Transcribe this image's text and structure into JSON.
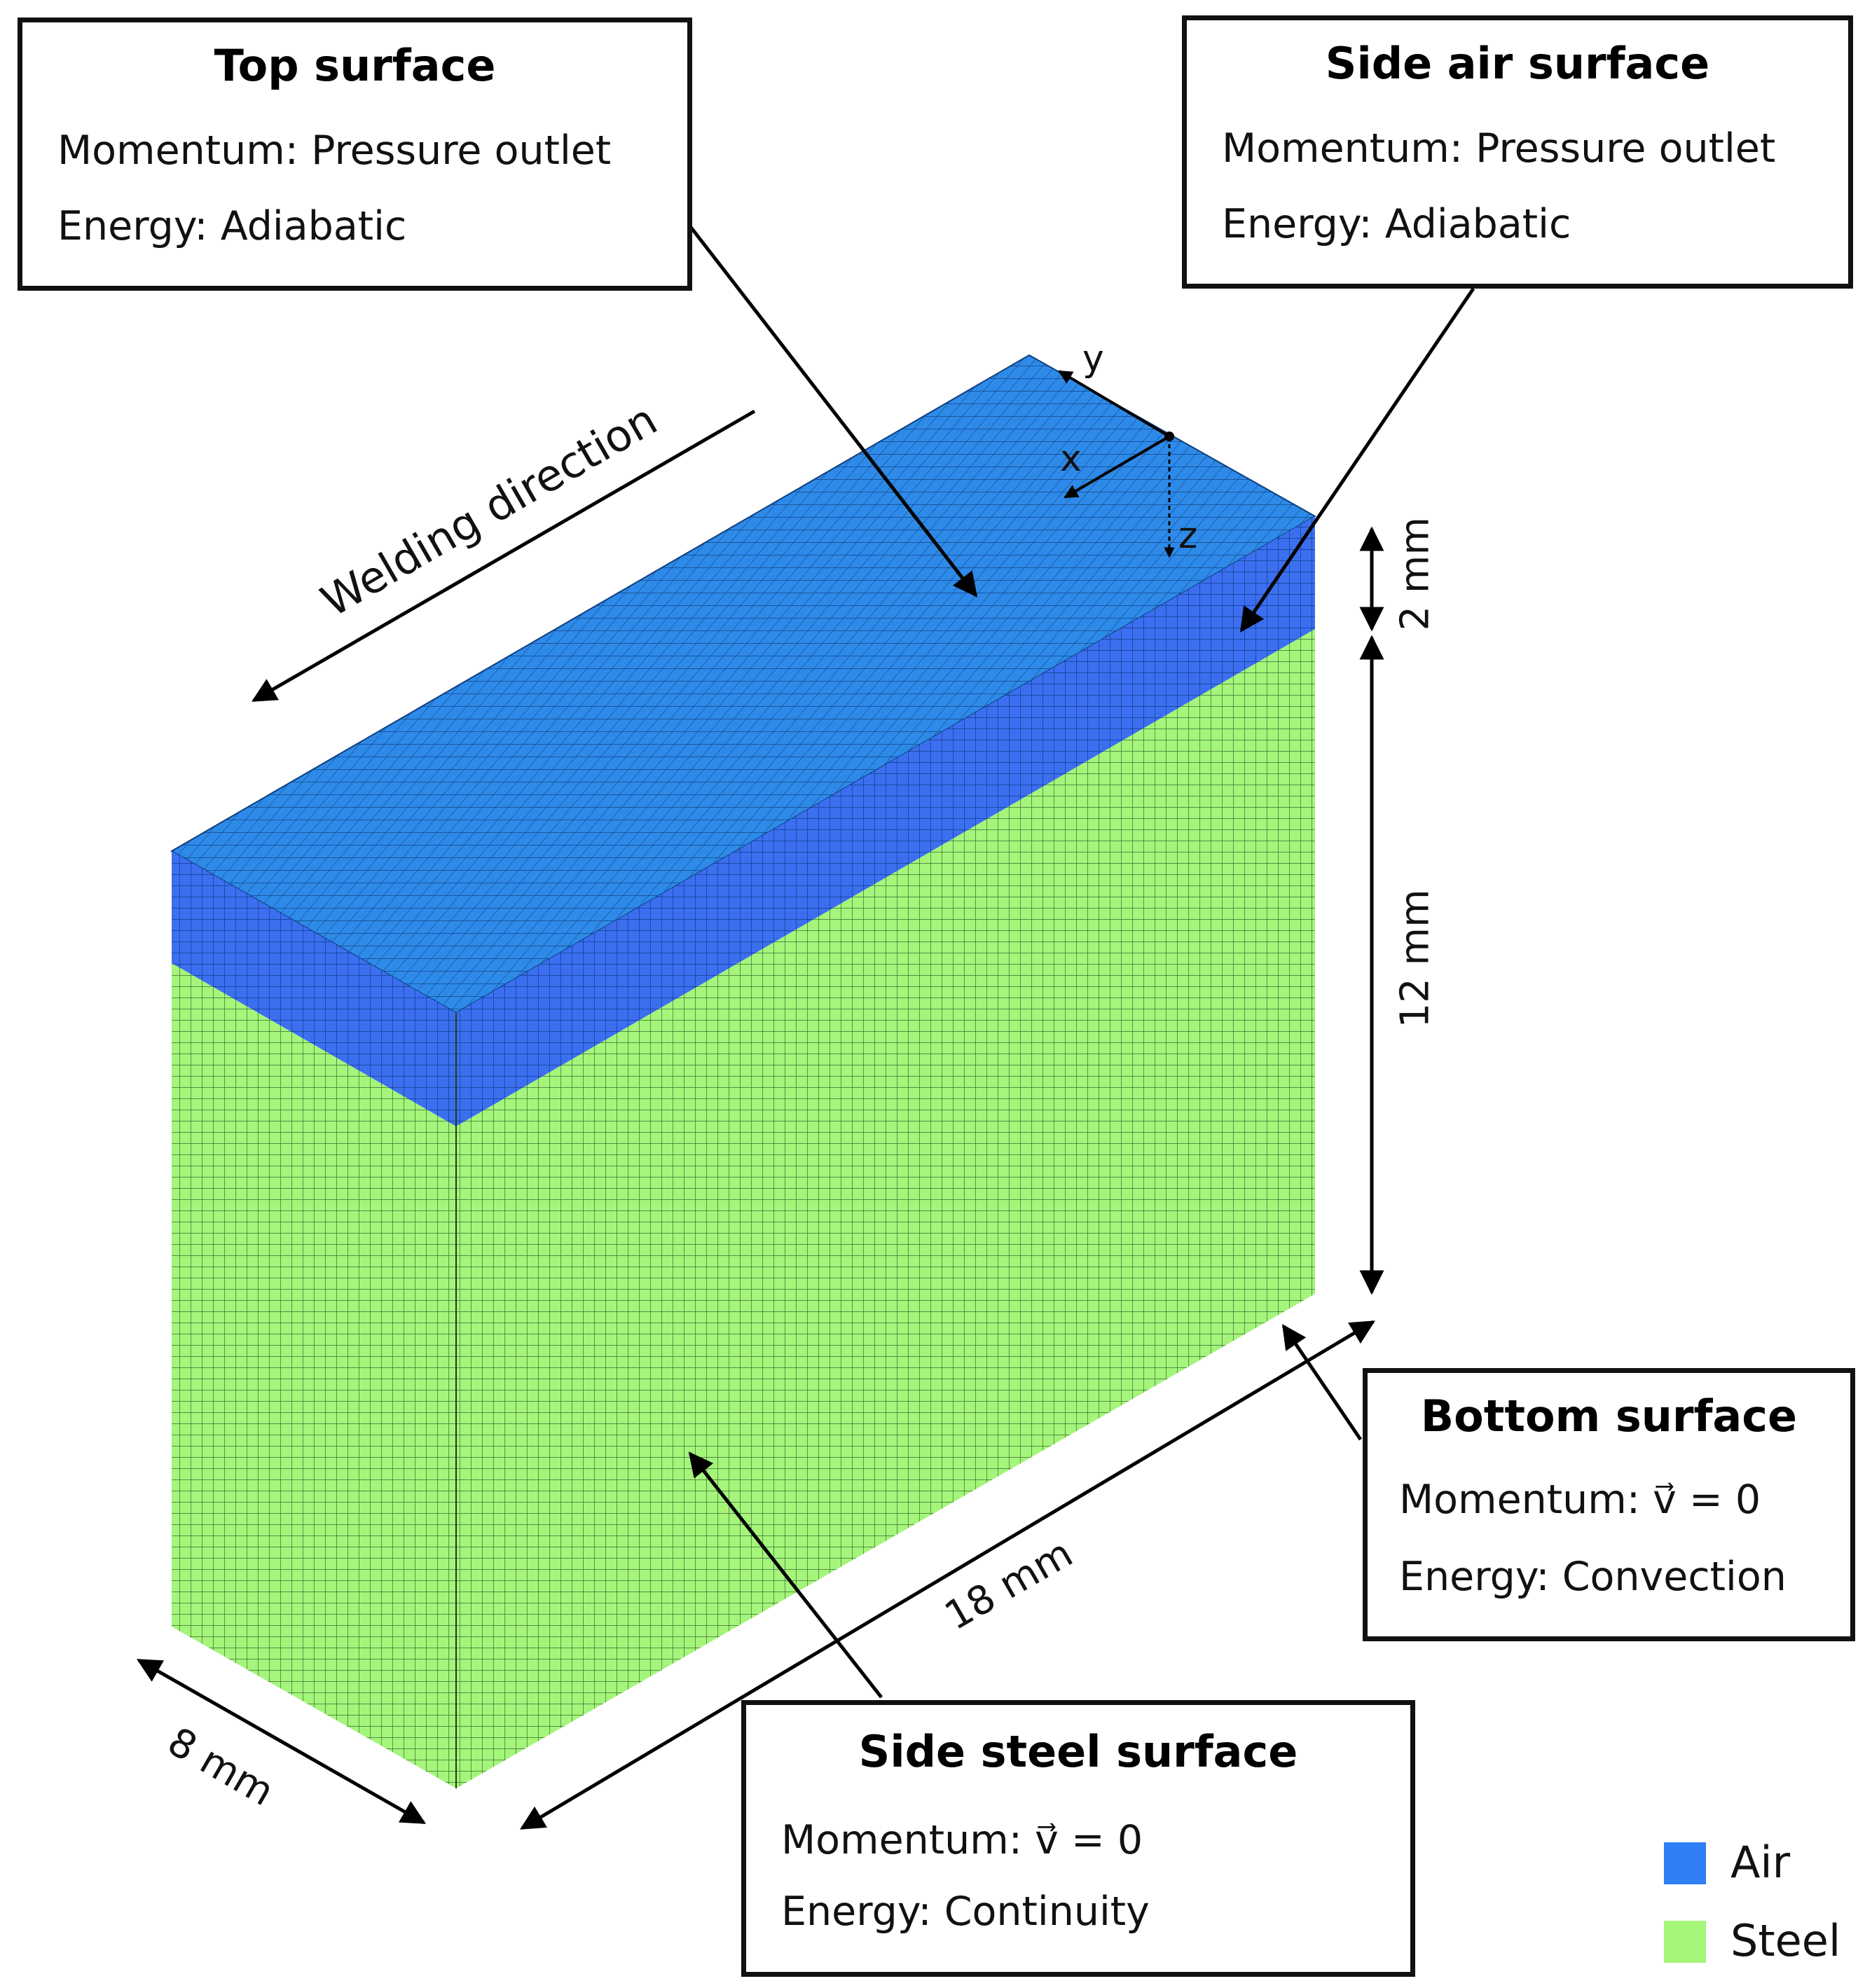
{
  "boxes": {
    "top": {
      "title": "Top surface",
      "momentum": "Momentum: Pressure outlet",
      "energy": "Energy: Adiabatic"
    },
    "side_air": {
      "title": "Side air surface",
      "momentum": "Momentum: Pressure outlet",
      "energy": "Energy: Adiabatic"
    },
    "bottom": {
      "title": "Bottom surface",
      "momentum": "Momentum: v⃗ = 0",
      "energy": "Energy: Convection"
    },
    "side_steel": {
      "title": "Side steel surface",
      "momentum": "Momentum: v⃗ = 0",
      "energy": "Energy: Continuity"
    }
  },
  "labels": {
    "welding_direction": "Welding direction",
    "dim_air": "2 mm",
    "dim_steel": "12 mm",
    "dim_length": "18 mm",
    "dim_width": "8 mm",
    "axis_x": "x",
    "axis_y": "y",
    "axis_z": "z"
  },
  "legend": [
    {
      "label": "Air",
      "color": "#2f7ef5"
    },
    {
      "label": "Steel",
      "color": "#a4f57a"
    }
  ],
  "colors": {
    "air_top": "#2e8ae8",
    "air_side": "#3b6ff0",
    "steel": "#a4f57a",
    "mesh": "#1a4f2a",
    "mesh_air": "#0d3f80"
  }
}
